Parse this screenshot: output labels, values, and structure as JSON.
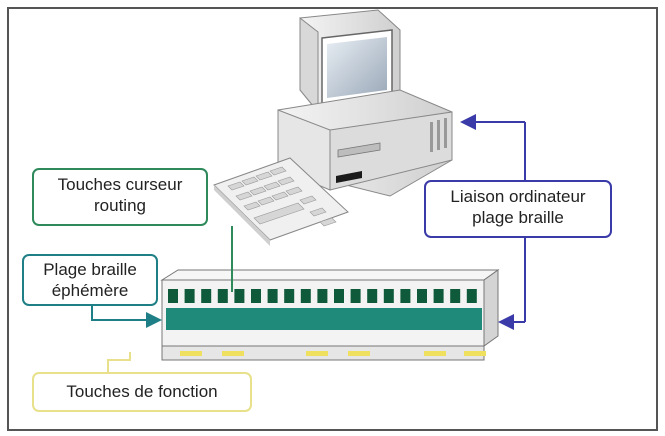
{
  "callouts": {
    "routing": {
      "line1": "Touches curseur",
      "line2": "routing"
    },
    "plage": {
      "line1": "Plage braille",
      "line2": "éphémère"
    },
    "liaison": {
      "line1": "Liaison ordinateur",
      "line2": "plage braille"
    },
    "fonction": {
      "line1": "Touches de fonction"
    }
  },
  "colors": {
    "routing_border": "#2e8a5a",
    "plage_border": "#1f7f86",
    "liaison_border": "#3a3aa8",
    "fonction_border": "#e8e08a",
    "braille_cells": "#1f8a7a",
    "routing_keys": "#0f5a3a",
    "function_keys": "#f0e060",
    "frame": "#555555"
  }
}
